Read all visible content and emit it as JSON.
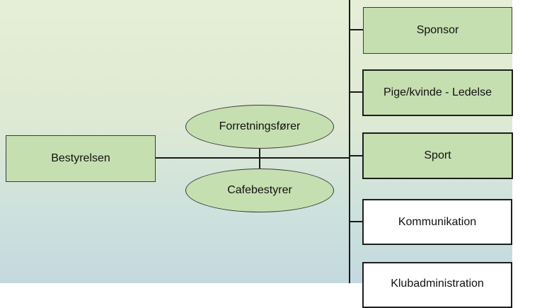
{
  "diagram": {
    "root": "Bestyrelsen",
    "staff": [
      "Forretningsfører",
      "Cafebestyrer"
    ],
    "units": [
      "Sponsor",
      "Pige/kvinde - Ledelse",
      "Sport",
      "Kommunikation",
      "Klubadministration"
    ]
  },
  "colors": {
    "node_fill": "#c6dfb1",
    "node_white": "#ffffff",
    "connector": "#1a1a1a"
  }
}
